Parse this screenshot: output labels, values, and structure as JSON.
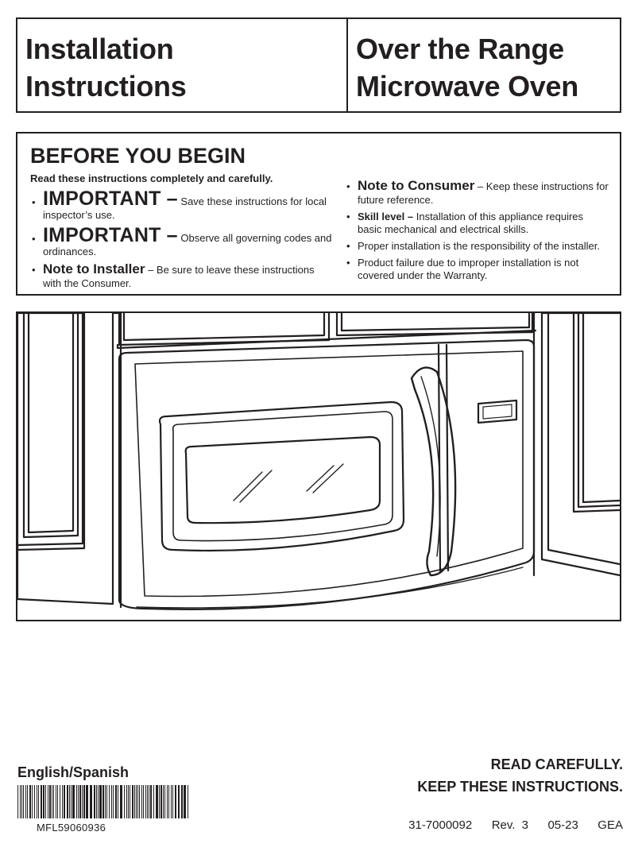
{
  "title": {
    "left_line1": "Installation",
    "left_line2": "Instructions",
    "right_line1": "Over the Range",
    "right_line2": "Microwave Oven"
  },
  "before_you_begin": {
    "heading": "BEFORE YOU BEGIN",
    "intro": "Read these instructions completely and carefully.",
    "left_items": [
      {
        "lead": "IMPORTANT –",
        "text": " Save these instructions for local inspector’s use."
      },
      {
        "lead": "IMPORTANT –",
        "text": " Observe all governing codes and ordinances."
      },
      {
        "lead": "Note to Installer",
        "text": " – Be sure to leave these instructions with the Consumer."
      }
    ],
    "right_items": [
      {
        "lead": "Note to Consumer",
        "text": " – Keep these instructions for future reference."
      },
      {
        "lead": "Skill level –",
        "text": " Installation of this appliance requires basic mechanical and electrical skills."
      },
      {
        "lead": "",
        "text": "Proper installation is the responsibility of the installer."
      },
      {
        "lead": "",
        "text": "Product failure due to improper installation is not covered under the Warranty."
      }
    ],
    "bullet": "•"
  },
  "footer": {
    "language": "English/Spanish",
    "model_number": "MFL59060936",
    "read_line1": "READ CAREFULLY.",
    "read_line2": "KEEP THESE INSTRUCTIONS.",
    "doc_number": "31-7000092   Rev. 3   05-23   GEA"
  },
  "colors": {
    "ink": "#231f20",
    "paper": "#ffffff"
  },
  "icons": {
    "illustration": "microwave-oven-illustration",
    "barcode": "barcode-graphic"
  }
}
